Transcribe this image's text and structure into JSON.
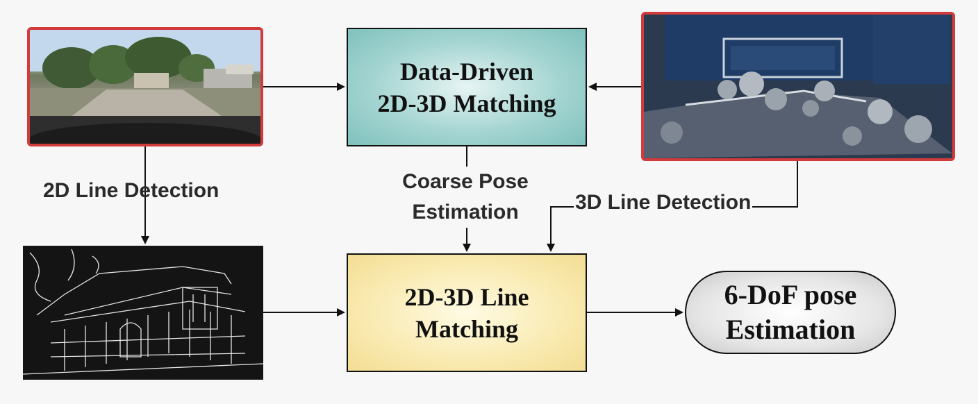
{
  "nodes": {
    "data_driven_matching": {
      "line1": "Data-Driven",
      "line2": "2D-3D Matching"
    },
    "line_matching": {
      "line1": "2D-3D Line",
      "line2": "Matching"
    },
    "pose_estimation": {
      "line1": "6-DoF pose",
      "line2": "Estimation"
    }
  },
  "edge_labels": {
    "line_detection_2d": "2D Line Detection",
    "line_detection_3d": "3D Line Detection",
    "coarse_pose": {
      "line1": "Coarse Pose",
      "line2": "Estimation"
    }
  },
  "colors": {
    "photo_border": "#d23b3b",
    "matching_fill": "#a5d5d2",
    "line_matching_fill": "#f9eab0",
    "pose_fill": "#e6e6e6",
    "arrow": "#111111"
  }
}
